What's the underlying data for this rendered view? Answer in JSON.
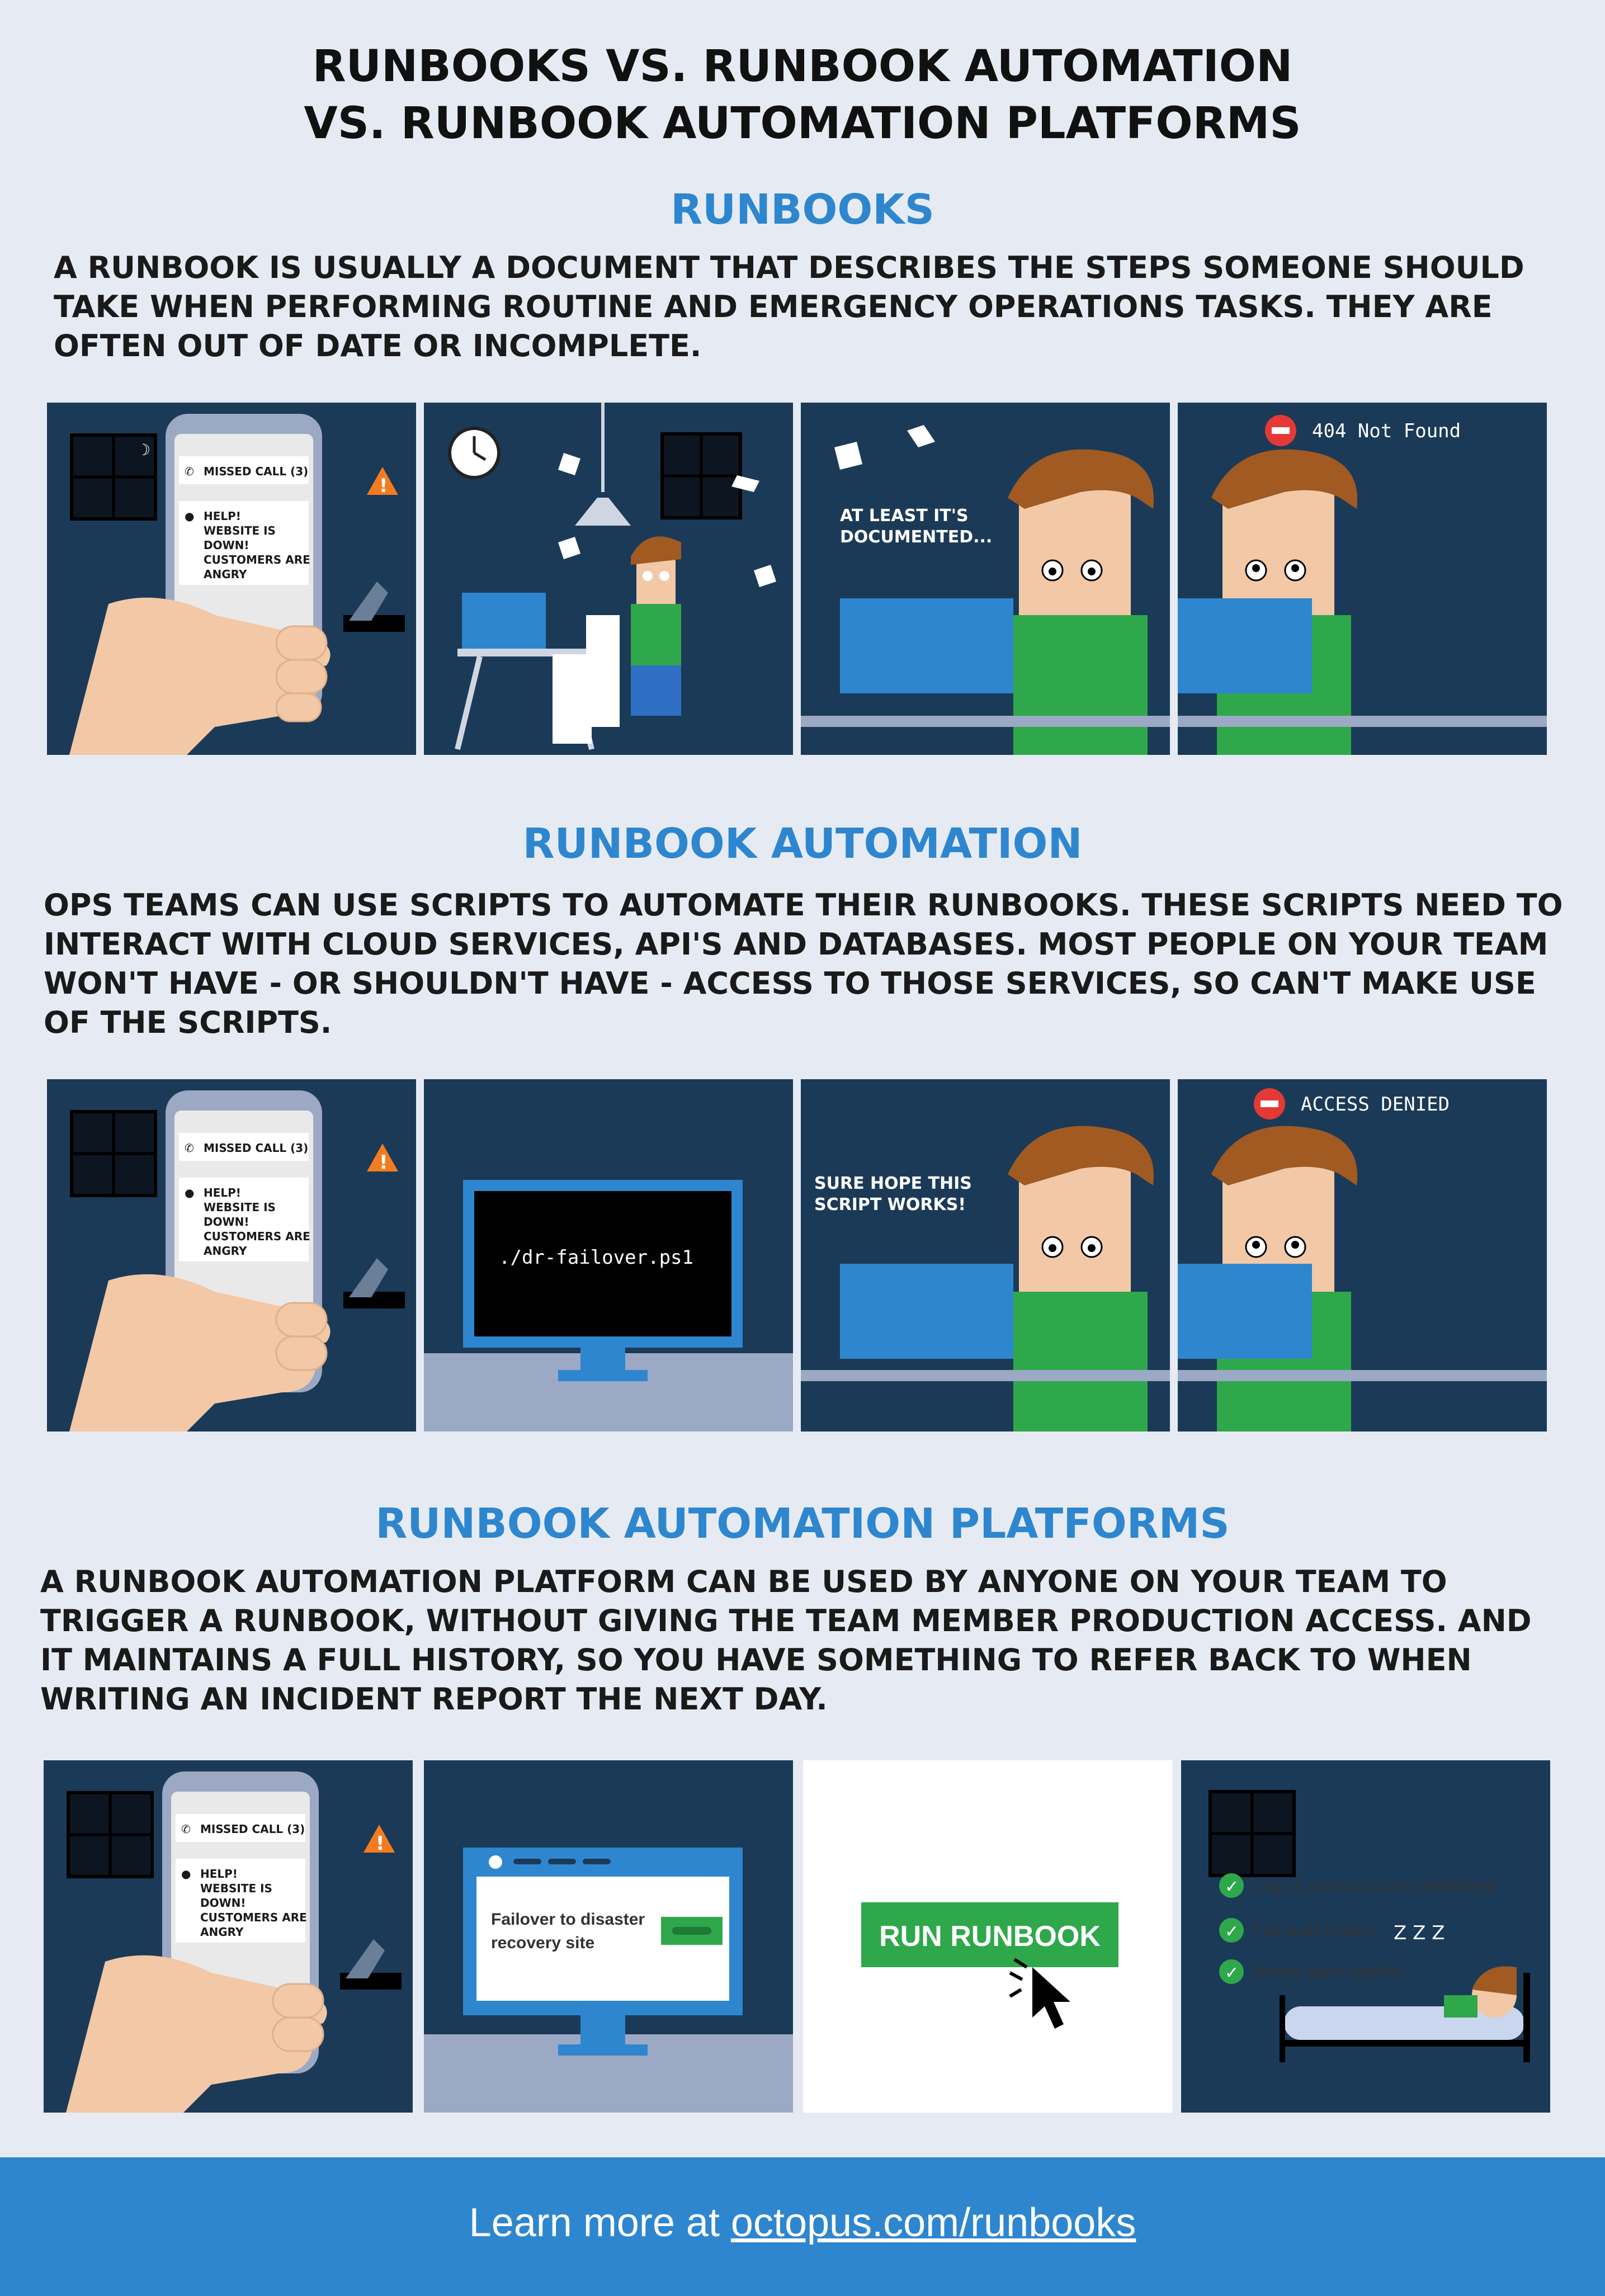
{
  "title": {
    "line1": "RUNBOOKS VS. RUNBOOK AUTOMATION",
    "line2": "VS. RUNBOOK AUTOMATION PLATFORMS"
  },
  "sections": [
    {
      "title": "RUNBOOKS",
      "text": "A RUNBOOK IS USUALLY A DOCUMENT THAT DESCRIBES THE STEPS SOMEONE SHOULD TAKE WHEN PERFORMING ROUTINE AND EMERGENCY OPERATIONS TASKS. THEY ARE OFTEN OUT OF DATE OR INCOMPLETE.",
      "phone": {
        "missed": "MISSED CALL (3)",
        "msg1": "HELP!",
        "msg2": "WEBSITE IS",
        "msg3": "DOWN!",
        "msg4": "CUSTOMERS ARE",
        "msg5": "ANGRY"
      },
      "speech1": "AT LEAST IT'S",
      "speech2": "DOCUMENTED...",
      "error": "404 Not Found"
    },
    {
      "title": "RUNBOOK AUTOMATION",
      "text": "OPS TEAMS CAN USE SCRIPTS TO AUTOMATE THEIR RUNBOOKS. THESE SCRIPTS NEED TO INTERACT WITH CLOUD SERVICES, API'S AND DATABASES. MOST PEOPLE ON YOUR TEAM WON'T HAVE - OR SHOULDN'T HAVE - ACCESS TO THOSE SERVICES, SO CAN'T MAKE USE OF THE SCRIPTS.",
      "phone": {
        "missed": "MISSED CALL (3)",
        "msg1": "HELP!",
        "msg2": "WEBSITE IS",
        "msg3": "DOWN!",
        "msg4": "CUSTOMERS ARE",
        "msg5": "ANGRY"
      },
      "command": "./dr-failover.ps1",
      "speech1": "SURE HOPE THIS",
      "speech2": "SCRIPT WORKS!",
      "error": "ACCESS DENIED"
    },
    {
      "title": "RUNBOOK AUTOMATION PLATFORMS",
      "text": "A RUNBOOK AUTOMATION PLATFORM CAN BE USED BY ANYONE ON YOUR TEAM TO TRIGGER A RUNBOOK, WITHOUT GIVING THE TEAM MEMBER PRODUCTION ACCESS. AND IT MAINTAINS A FULL HISTORY, SO YOU HAVE SOMETHING TO REFER BACK TO WHEN WRITING AN INCIDENT REPORT THE NEXT DAY.",
      "phone": {
        "missed": "MISSED CALL (3)",
        "msg1": "HELP!",
        "msg2": "WEBSITE IS",
        "msg3": "DOWN!",
        "msg4": "CUSTOMERS ARE",
        "msg5": "ANGRY"
      },
      "card1": "Failover to disaster",
      "card2": "recovery site",
      "run_button": "RUN RUNBOOK",
      "checks": [
        "Logs & previous runs centralized",
        "Full audit history",
        "Whole team visibility"
      ],
      "zzz": "Z Z Z"
    }
  ],
  "footer": {
    "prefix": "Learn more at ",
    "link": "octopus.com/runbooks"
  },
  "colors": {
    "panel": "#1b3a57",
    "accent": "#2e86cf",
    "green": "#2ea84a",
    "background": "#e6ebf3"
  }
}
